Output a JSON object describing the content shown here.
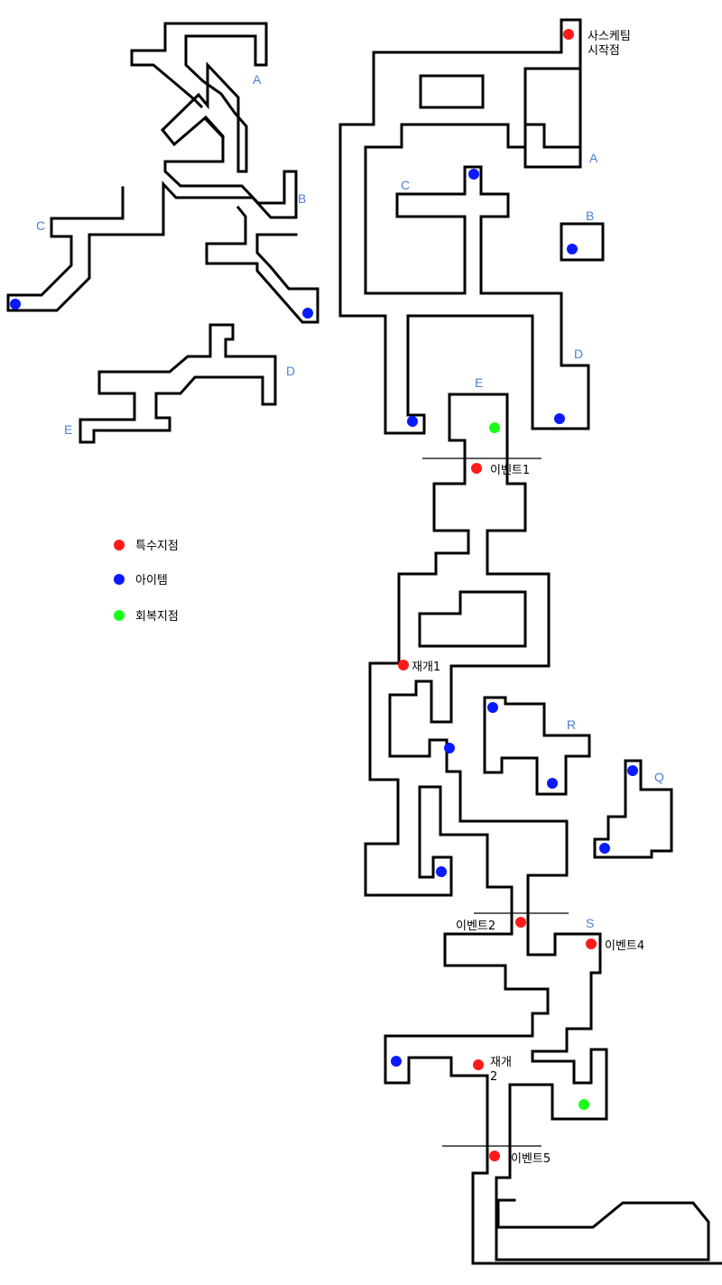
{
  "colors": {
    "special": "#ff1a1a",
    "item": "#0a1aff",
    "recovery": "#1aff1a",
    "letter": "#4a7fd6",
    "wall": "#000000"
  },
  "legend": [
    {
      "color": "#ff1a1a",
      "label": "특수지점"
    },
    {
      "color": "#0a1aff",
      "label": "아이템"
    },
    {
      "color": "#1aff1a",
      "label": "회복지점"
    }
  ],
  "texts": {
    "start_l1": "사스케팀",
    "start_l2": "시작점",
    "event1": "이벤트1",
    "resume1": "재개1",
    "event2": "이벤트2",
    "event4": "이벤트4",
    "resume2_l1": "재개",
    "resume2_l2": "2",
    "event5": "이벤트5"
  },
  "letters": {
    "left_a": "A",
    "left_b": "B",
    "left_c": "C",
    "left_d": "D",
    "left_e": "E",
    "main_a": "A",
    "main_b": "B",
    "main_c": "C",
    "main_d": "D",
    "main_e": "E",
    "r": "R",
    "q": "Q",
    "s": "S"
  }
}
